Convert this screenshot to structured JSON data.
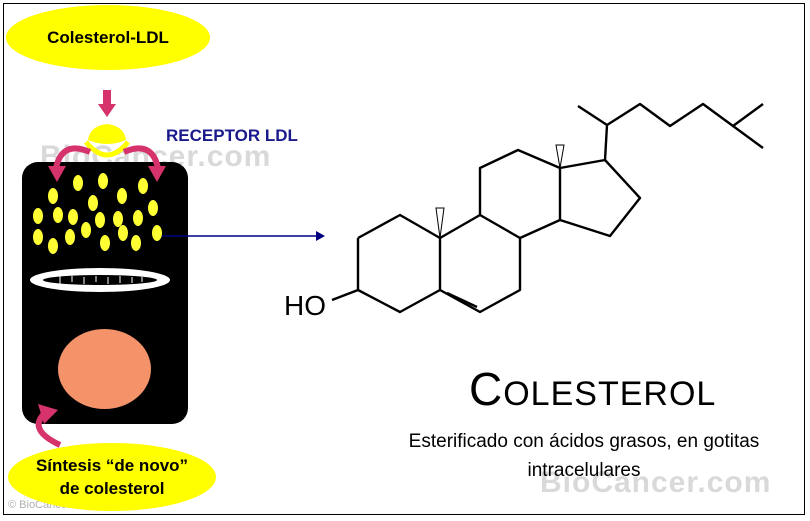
{
  "top_label": "Colesterol-LDL",
  "receptor_label": "RECEPTOR LDL",
  "bottom_label": {
    "line1": "Síntesis “de novo”",
    "line2": "de colesterol"
  },
  "molecule": {
    "name_first": "C",
    "name_rest": "OLESTEROL",
    "hydroxyl": "HO"
  },
  "description": "Esterificado con ácidos grasos, en gotitas intracelulares",
  "watermark": "BioCancer.com",
  "copyright": "© BioCancer.com",
  "colors": {
    "ellipse": "#ffff00",
    "droplet": "#ffff33",
    "arrow": "#d6336c",
    "receptor_text": "#1a1a8c",
    "nucleus": "#f4936a"
  }
}
